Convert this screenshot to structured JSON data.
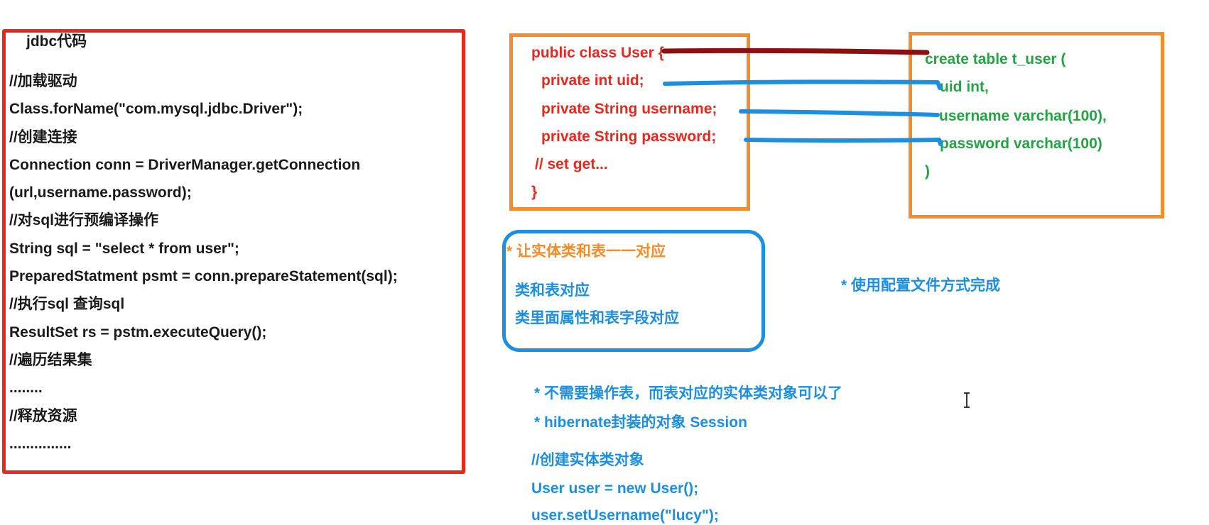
{
  "jdbc": {
    "title": "jdbc代码",
    "lines": [
      "//加载驱动",
      "Class.forName(\"com.mysql.jdbc.Driver\");",
      "//创建连接",
      "Connection conn = DriverManager.getConnection",
      "(url,username.password);",
      "//对sql进行预编译操作",
      "String sql = \"select * from user\";",
      "PreparedStatment psmt = conn.prepareStatement(sql);",
      "//执行sql 查询sql",
      "ResultSet rs = pstm.executeQuery();",
      "//遍历结果集",
      "........",
      "//释放资源",
      "..............."
    ]
  },
  "entity_class": {
    "lines": [
      "public class User {",
      "private int uid;",
      "private String username;",
      "private String password;",
      "// set get...",
      "}"
    ]
  },
  "table_sql": {
    "lines": [
      "create table t_user (",
      "uid int,",
      "username varchar(100),",
      "password varchar(100)",
      ")"
    ]
  },
  "mapping": {
    "heading": "* 让实体类和表一一对应",
    "line1": "类和表对应",
    "line2": "类里面属性和表字段对应"
  },
  "config_note": "* 使用配置文件方式完成",
  "notes": {
    "line1": "* 不需要操作表，而表对应的实体类对象可以了",
    "line2": "* hibernate封装的对象 Session"
  },
  "code_sample": {
    "lines": [
      "//创建实体类对象",
      "User user = new User();",
      "user.setUsername(\"lucy\");"
    ]
  },
  "colors": {
    "red_border": "#e8271f",
    "orange_border": "#f68b2a",
    "blue": "#1d8ee0",
    "green": "#25a244",
    "dark_red_connector": "#8b1111"
  }
}
